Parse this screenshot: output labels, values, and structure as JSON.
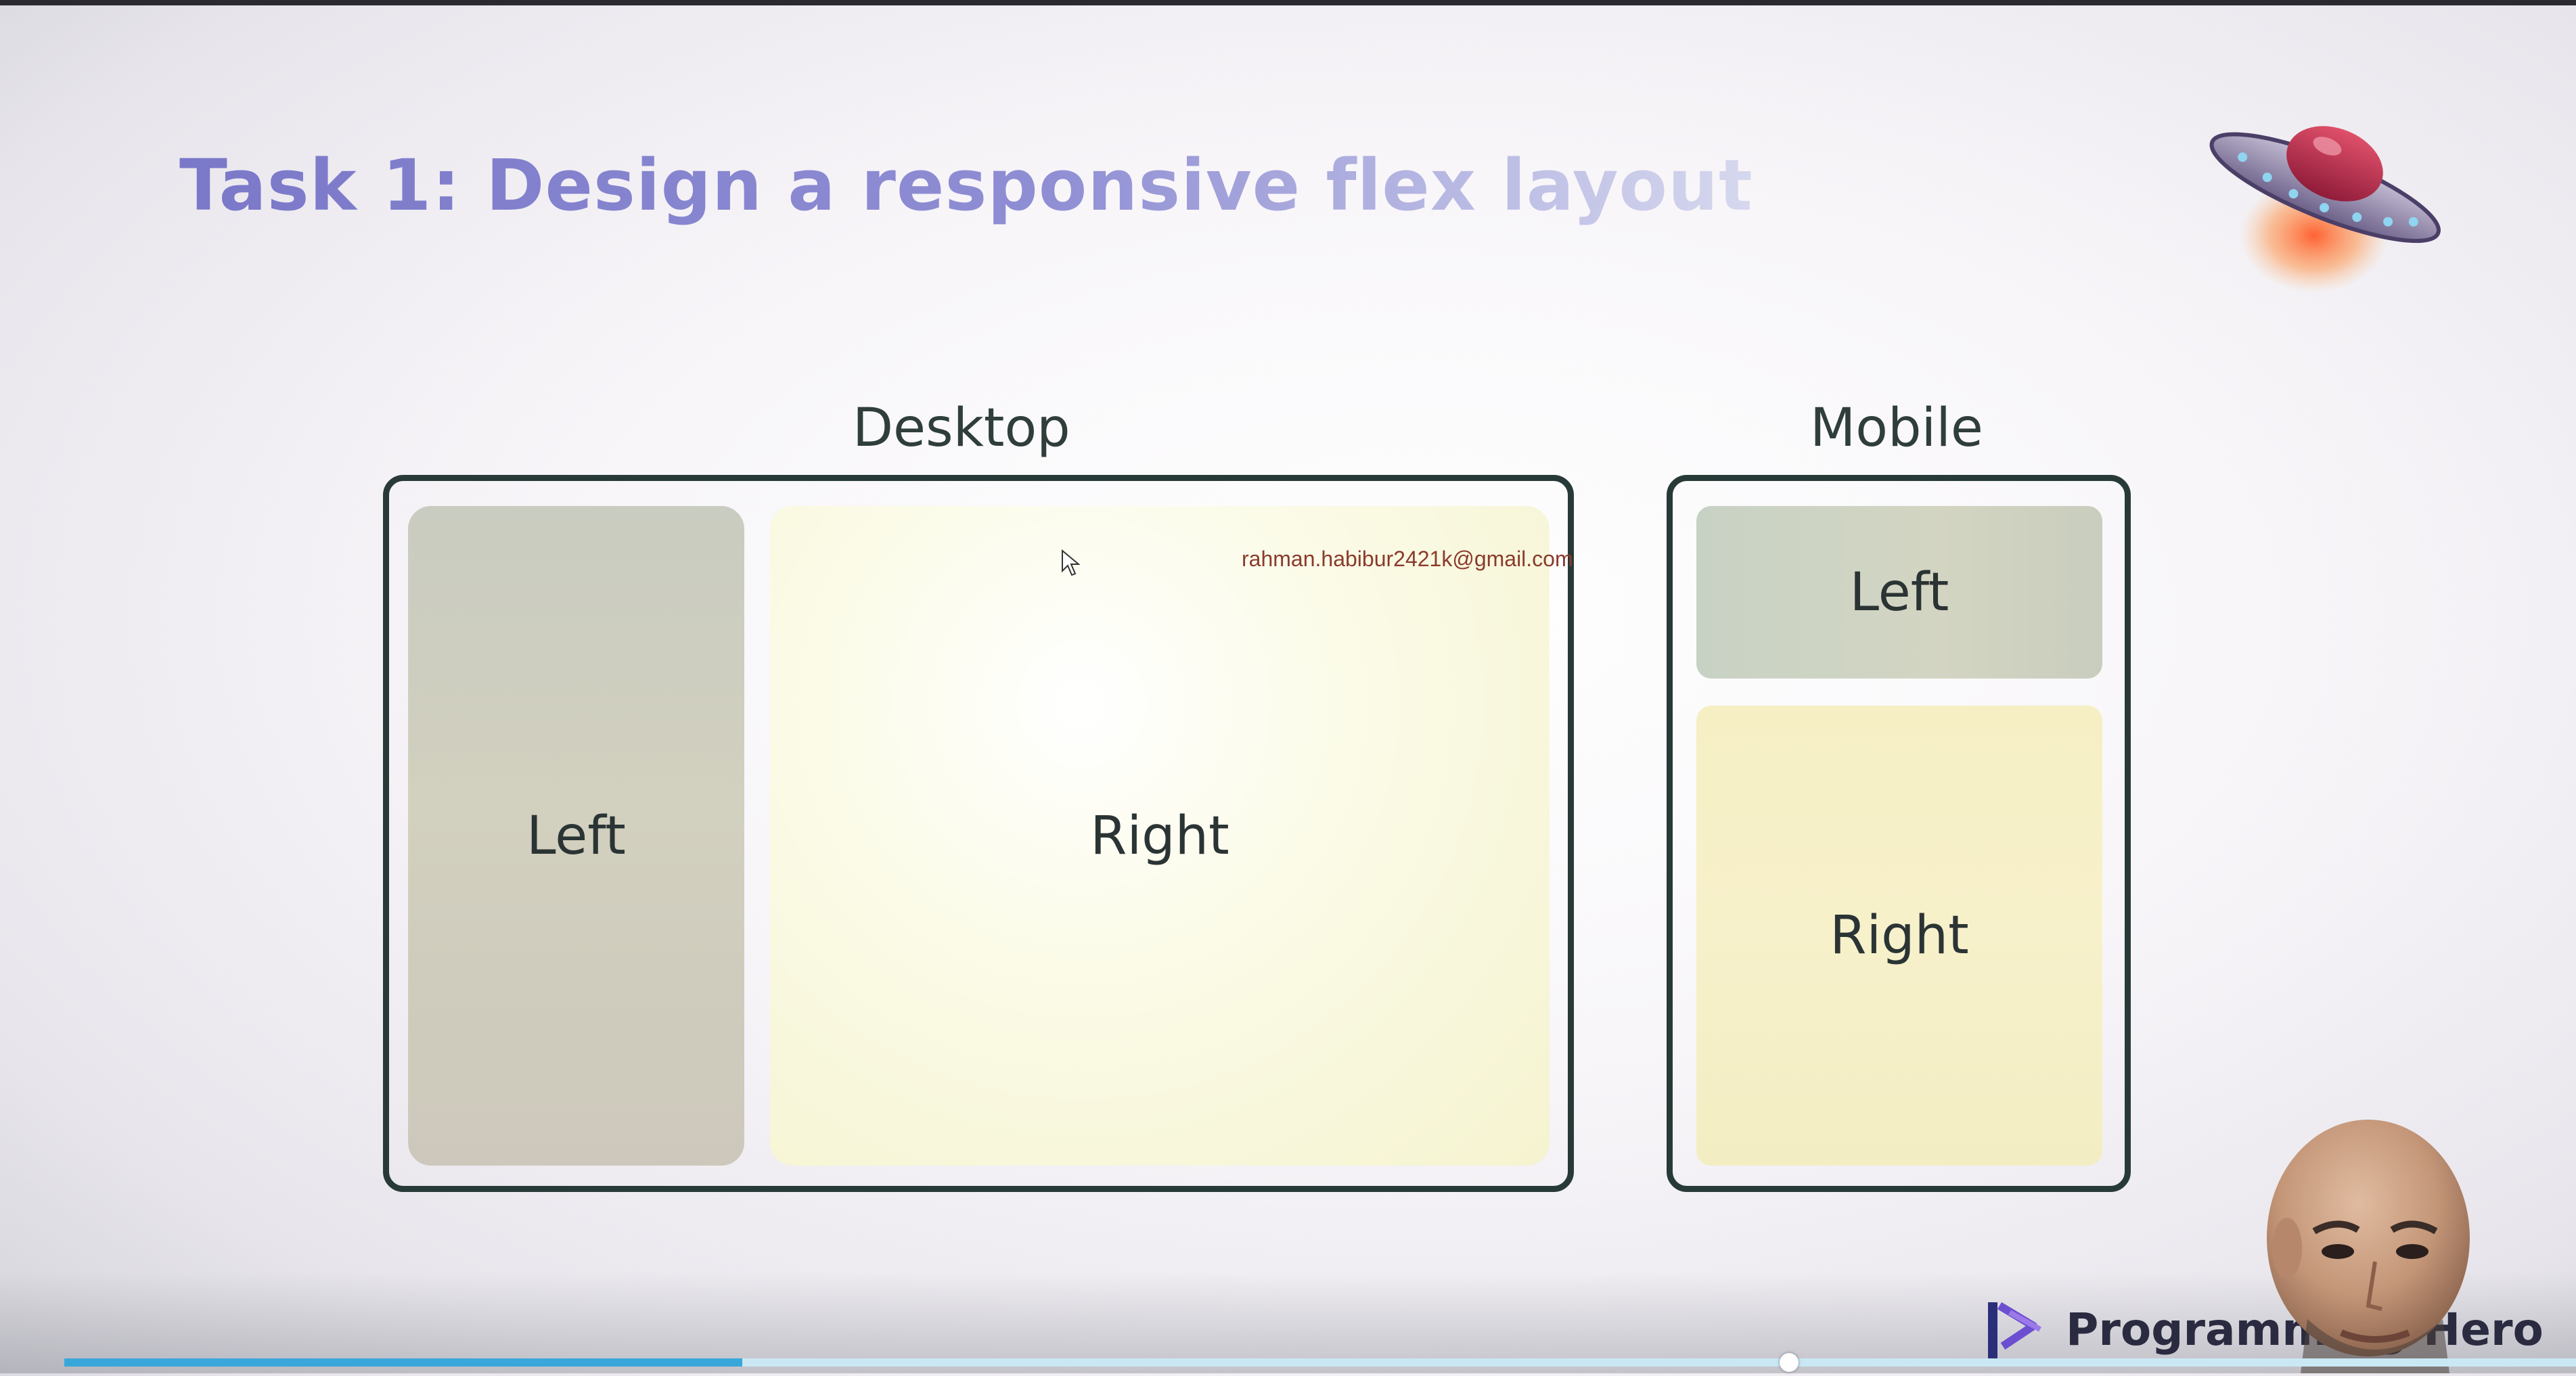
{
  "slide": {
    "title": "Task 1: Design a responsive flex layout",
    "desktop": {
      "label": "Desktop",
      "left": "Left",
      "right": "Right"
    },
    "mobile": {
      "label": "Mobile",
      "left": "Left",
      "right": "Right"
    },
    "watermark_email": "rahman.habibur2421k@gmail.com"
  },
  "branding": {
    "name": "Programming Hero"
  },
  "video": {
    "progress": 0.27
  },
  "icons": {
    "ufo": "ufo-icon",
    "cursor": "mouse-cursor-icon",
    "brand_logo": "brand-logo-icon"
  },
  "colors": {
    "title_gradient_start": "#7a78c8",
    "frame": "#283a38",
    "left_panel": "#cfd0c0",
    "right_panel": "#f7f3cf",
    "progress": "#39a7da"
  }
}
